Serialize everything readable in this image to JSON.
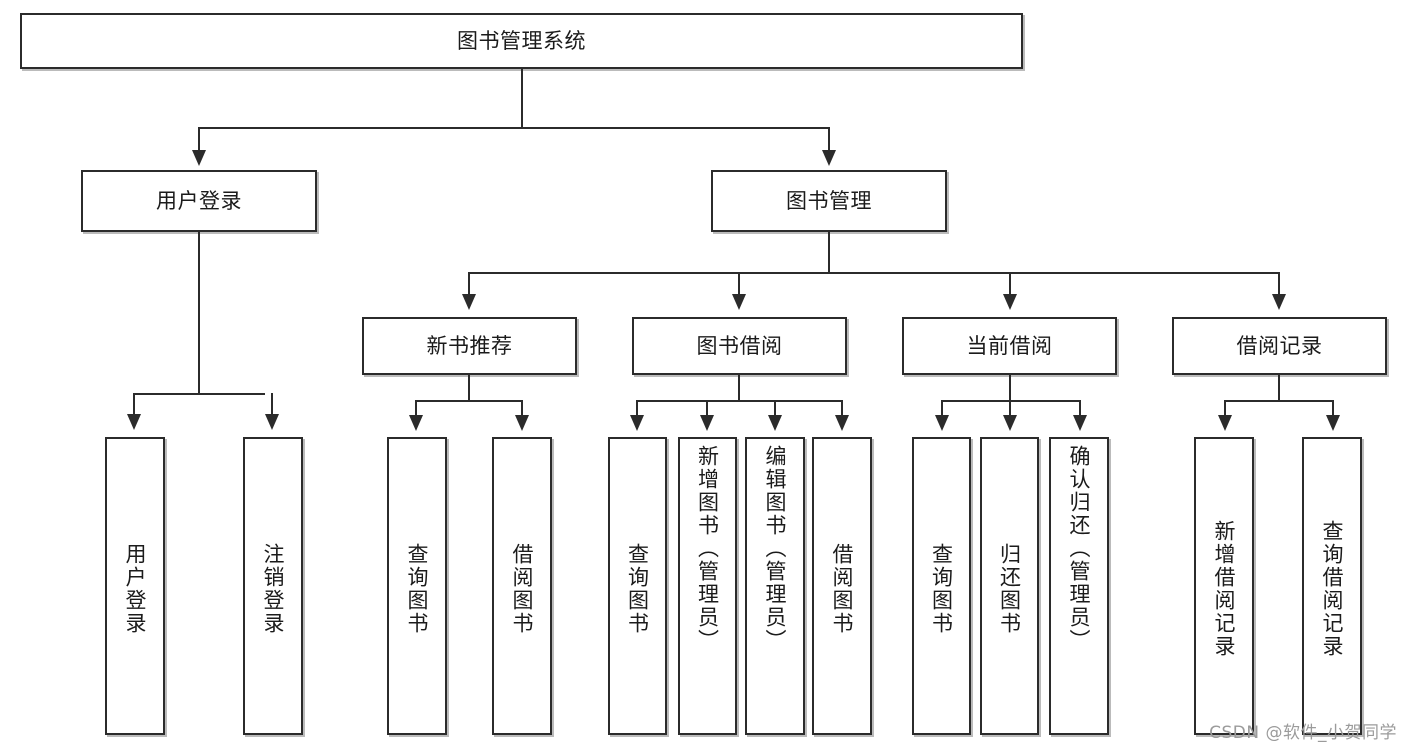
{
  "diagram": {
    "type": "tree",
    "title": "图书管理系统",
    "root": {
      "label": "图书管理系统"
    },
    "level2": [
      {
        "label": "用户登录"
      },
      {
        "label": "图书管理"
      }
    ],
    "level3": [
      {
        "label": "新书推荐"
      },
      {
        "label": "图书借阅"
      },
      {
        "label": "当前借阅"
      },
      {
        "label": "借阅记录"
      }
    ],
    "leaves": {
      "user_login": [
        {
          "label": "用户登录"
        },
        {
          "label": "注销登录"
        }
      ],
      "new_book_recommend": [
        {
          "label": "查询图书"
        },
        {
          "label": "借阅图书"
        }
      ],
      "book_borrow": [
        {
          "label": "查询图书"
        },
        {
          "label": "新增图书（管理员）"
        },
        {
          "label": "编辑图书（管理员）"
        },
        {
          "label": "借阅图书"
        }
      ],
      "current_borrow": [
        {
          "label": "查询图书"
        },
        {
          "label": "归还图书"
        },
        {
          "label": "确认归还（管理员）"
        }
      ],
      "borrow_record": [
        {
          "label": "新增借阅记录"
        },
        {
          "label": "查询借阅记录"
        }
      ]
    }
  },
  "watermark": {
    "text": "CSDN @软件_小贺同学"
  },
  "colors": {
    "stroke": "#2b2b2b",
    "background": "#ffffff",
    "text": "#1b1b1b",
    "watermark": "#9b9b9b"
  }
}
